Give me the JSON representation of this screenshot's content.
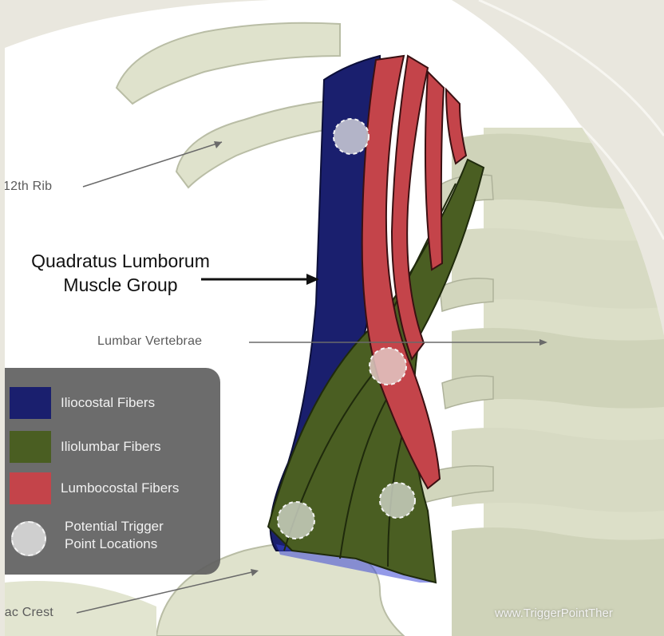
{
  "labels": {
    "rib": "12th Rib",
    "muscle_group_line1": "Quadratus Lumborum",
    "muscle_group_line2": "Muscle Group",
    "vertebrae": "Lumbar Vertebrae",
    "iliac_crest": "iac Crest"
  },
  "legend": {
    "items": [
      {
        "label": "Iliocostal Fibers",
        "color": "#1a1f6e"
      },
      {
        "label": "Iliolumbar Fibers",
        "color": "#4a5e22"
      },
      {
        "label": "Lumbocostal Fibers",
        "color": "#c4444a"
      },
      {
        "label_line1": "Potential Trigger",
        "label_line2": "Point Locations",
        "color": "#cfcfcf"
      }
    ]
  },
  "watermark": "www.TriggerPointTher",
  "colors": {
    "background": "#e9e7de",
    "bone": "#dfe2cc",
    "iliocostal": "#1a1f6e",
    "iliolumbar": "#4a5e22",
    "lumbocostal": "#c4444a",
    "legend_bg": "#5f5f5f"
  }
}
